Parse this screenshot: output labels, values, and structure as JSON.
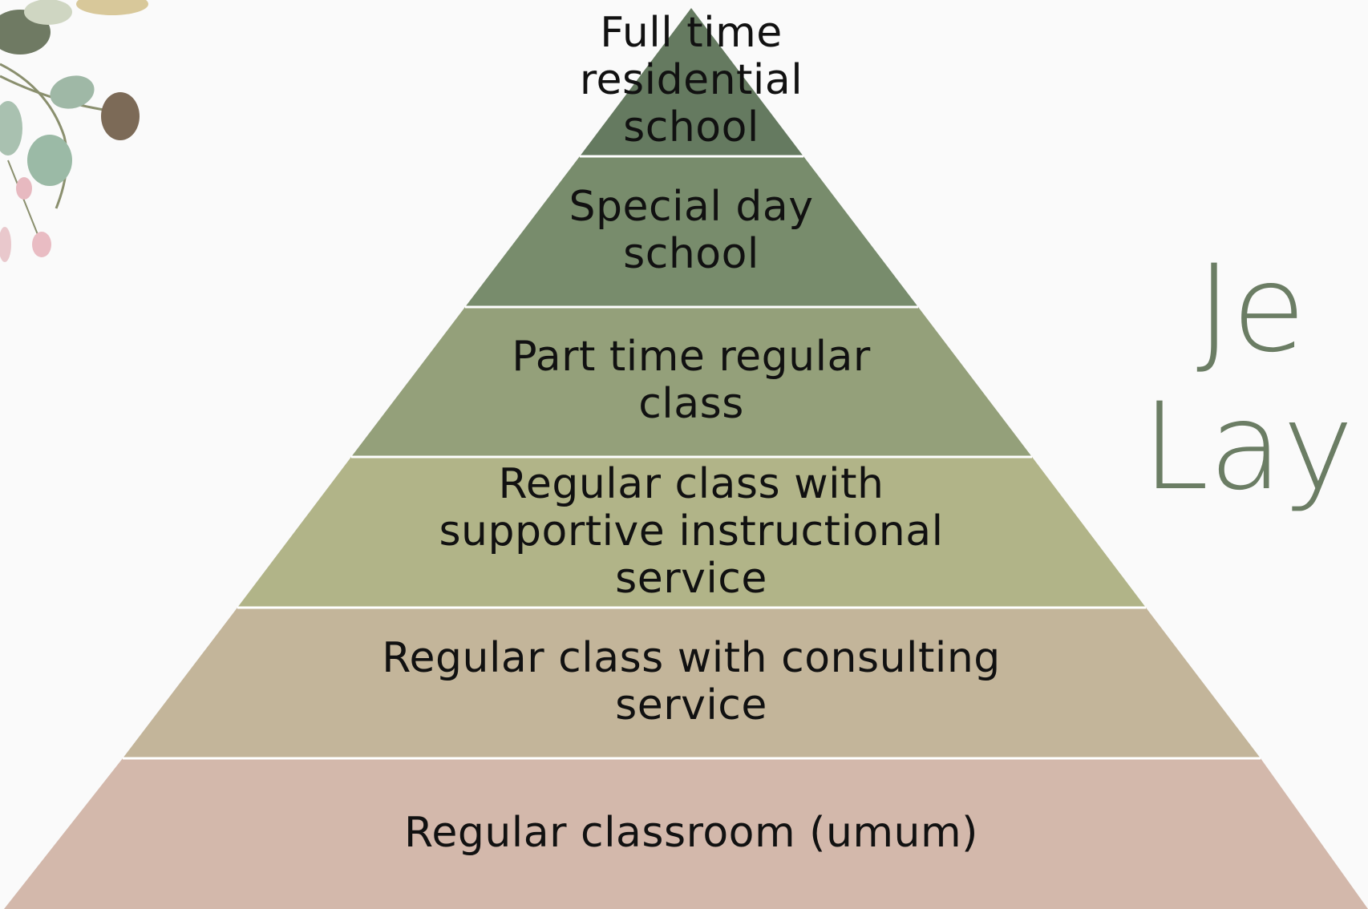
{
  "colors": {
    "background": "#fafafa",
    "title": "#6b7d64",
    "tier_1": "#657a60",
    "tier_2": "#788c6c",
    "tier_3": "#94a07a",
    "tier_4": "#b1b488",
    "tier_5": "#c3b59a",
    "tier_6": "#d3b8ab",
    "separator": "#ffffff"
  },
  "decoration": {
    "icon": "eucalyptus-leaves-icon"
  },
  "title": {
    "line1": "Je",
    "line2": "Lay"
  },
  "pyramid": {
    "tiers": [
      {
        "lines": [
          "Full time",
          "residential",
          "school"
        ]
      },
      {
        "lines": [
          "Special day",
          "school"
        ]
      },
      {
        "lines": [
          "Part time regular",
          "class"
        ]
      },
      {
        "lines": [
          "Regular class with",
          "supportive instructional",
          "service"
        ]
      },
      {
        "lines": [
          "Regular class with consulting",
          "service"
        ]
      },
      {
        "lines": [
          "Regular classroom (umum)"
        ]
      }
    ]
  }
}
